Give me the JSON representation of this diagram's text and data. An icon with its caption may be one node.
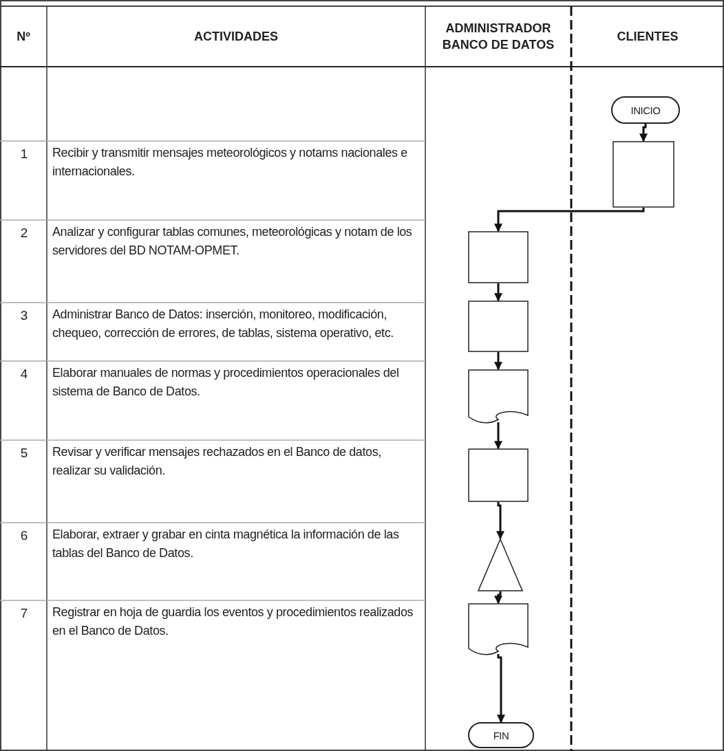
{
  "diagram": {
    "nodes": [
      {
        "text": [
          "INICIO"
        ]
      },
      {
        "text": [],
        "shape": "box"
      },
      {
        "text": [],
        "shape": "box"
      },
      {
        "text": [],
        "shape": "box"
      },
      {
        "text": [],
        "shape": "document"
      },
      {
        "text": [],
        "shape": "box"
      },
      {
        "text": [],
        "shape": "triangle"
      },
      {
        "text": [],
        "shape": "document"
      },
      {
        "text": [
          "FIN"
        ]
      }
    ],
    "edges": [
      {
        "from": 0,
        "to": 1,
        "arrow": "to"
      },
      {
        "from": 1,
        "to": 2,
        "arrow": "to"
      },
      {
        "from": 2,
        "to": 3,
        "arrow": "to"
      },
      {
        "from": 3,
        "to": 4,
        "arrow": "to"
      },
      {
        "from": 4,
        "to": 5,
        "arrow": "to"
      },
      {
        "from": 5,
        "to": 6,
        "arrow": "to"
      },
      {
        "from": 6,
        "to": 7,
        "arrow": "to"
      },
      {
        "from": 7,
        "to": 8,
        "arrow": "to"
      }
    ],
    "labels": [
      "Nº",
      "ACTIVIDADES",
      "ADMINISTRADOR BANCO DE DATOS",
      "CLIENTES",
      "1",
      "Recibir y transmitir mensajes meteorológicos y notams nacionales e internacionales.",
      "2",
      "Analizar y configurar tablas comunes, meteorológicas y notam de los servidores del BD NOTAM-OPMET.",
      "3",
      "Administrar Banco de Datos: inserción, monitoreo, modificación, chequeo, corrección de errores, de tablas, sistema operativo, etc.",
      "4",
      "Elaborar manuales de normas y procedimientos operacionales del sistema de Banco de Datos.",
      "5",
      "Revisar y verificar mensajes rechazados en el Banco de datos, realizar su validación.",
      "6",
      "Elaborar, extraer y grabar en cinta magnética la información de las tablas del Banco de Datos.",
      "7",
      "Registrar en hoja de guardia los eventos y procedimientos realizados en el Banco de Datos."
    ]
  }
}
